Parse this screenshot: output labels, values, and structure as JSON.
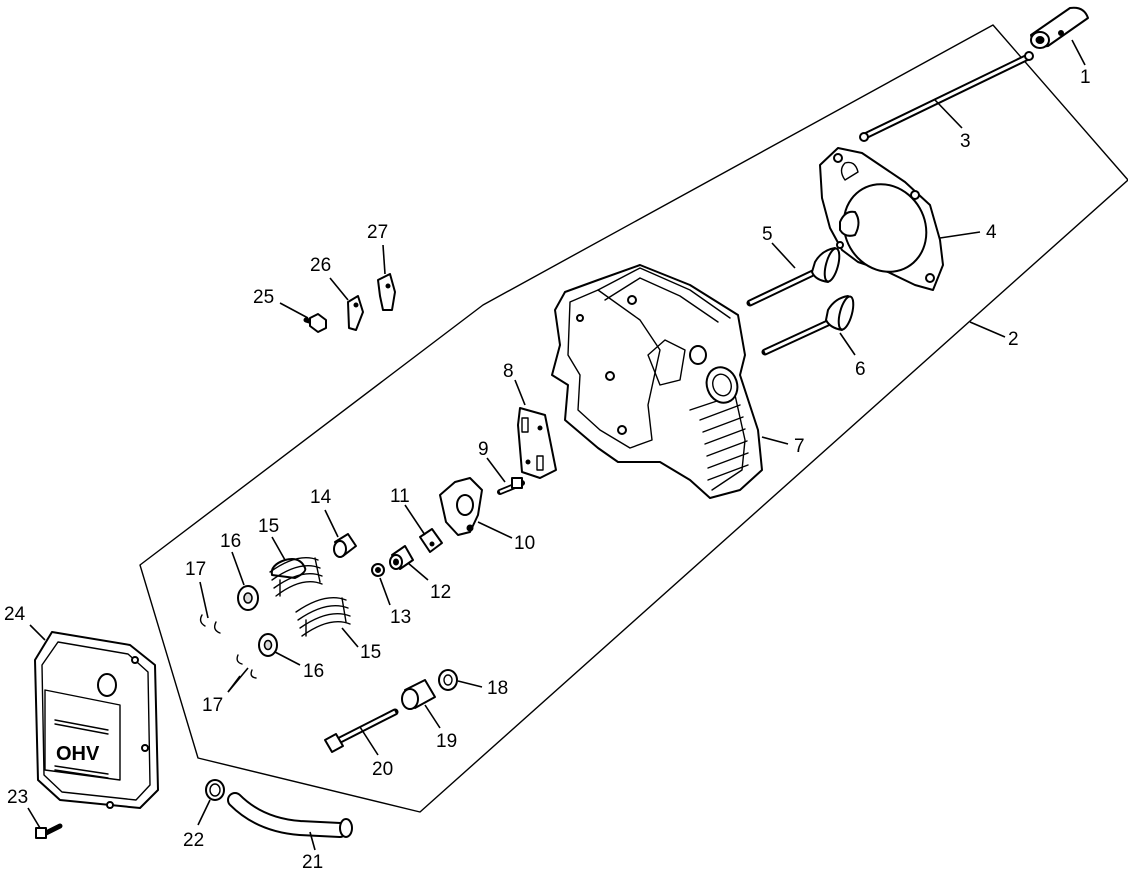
{
  "callouts": {
    "c1": "1",
    "c2": "2",
    "c3": "3",
    "c4": "4",
    "c5": "5",
    "c6": "6",
    "c7": "7",
    "c8": "8",
    "c9": "9",
    "c10": "10",
    "c11": "11",
    "c12": "12",
    "c13": "13",
    "c14": "14",
    "c15a": "15",
    "c15b": "15",
    "c16a": "16",
    "c16b": "16",
    "c17a": "17",
    "c17b": "17",
    "c18": "18",
    "c19": "19",
    "c20": "20",
    "c21": "21",
    "c22": "22",
    "c23": "23",
    "c24": "24",
    "c25": "25",
    "c26": "26",
    "c27": "27"
  },
  "valve_cover": {
    "logo_text": "OHV"
  }
}
